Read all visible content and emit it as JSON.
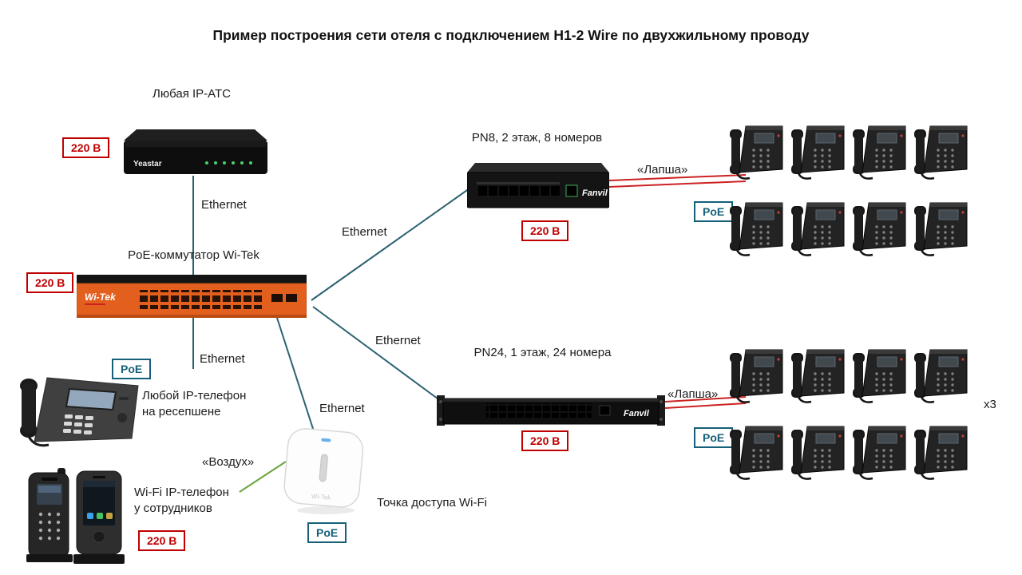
{
  "title": "Пример построения сети отеля с подключением H1-2 Wire по двухжильному проводу",
  "badges": {
    "power": "220 В",
    "poe": "PoE"
  },
  "links": {
    "ethernet": "Ethernet",
    "twisted_pair": "«Лапша»",
    "air": "«Воздух»"
  },
  "multiplier": "x3",
  "devices": {
    "pbx": {
      "label": "Любая IP-АТС",
      "brand": "Yeastar"
    },
    "core_switch": {
      "label": "PoE-коммутатор Wi-Tek",
      "brand": "Wi-Tek"
    },
    "pn8": {
      "label": "PN8, 2 этаж, 8 номеров",
      "brand": "Fanvil"
    },
    "pn24": {
      "label": "PN24, 1 этаж, 24 номера",
      "brand": "Fanvil"
    },
    "reception_phone": {
      "label_line1": "Любой IP-телефон",
      "label_line2": "на ресепшене"
    },
    "access_point": {
      "label": "Точка доступа Wi-Fi",
      "brand": "Wi-Tek"
    },
    "wifi_phone": {
      "label_line1": "Wi-Fi IP-телефон",
      "label_line2": "у сотрудников"
    }
  },
  "colors": {
    "ethernet_line": "#2c6171",
    "lapsha_line": "#cc2222",
    "air_line": "#6fa643",
    "power_badge": "#c00000",
    "poe_badge": "#16607a",
    "switch_orange": "#e35f1e"
  }
}
